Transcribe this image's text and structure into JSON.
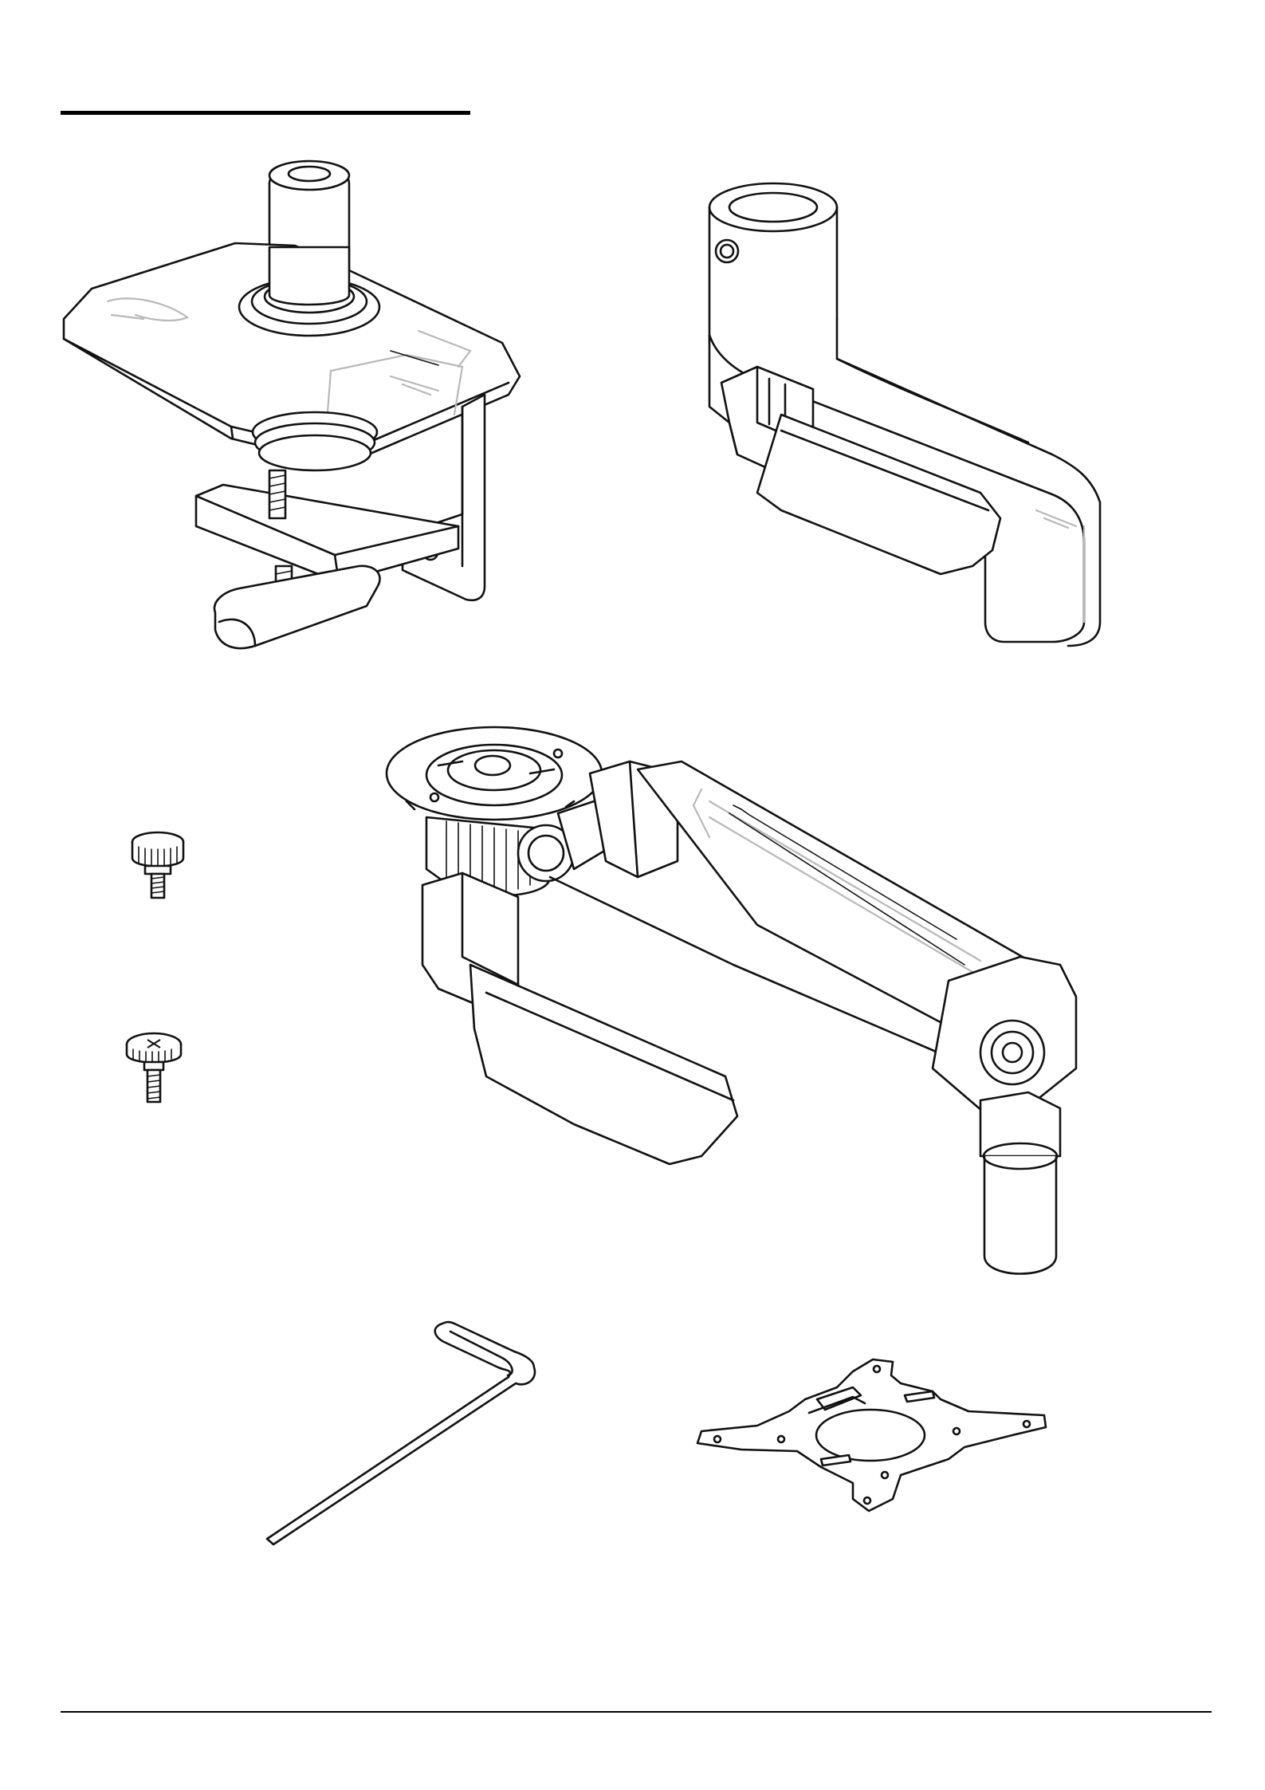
{
  "page": {
    "background": "#ffffff",
    "line_color": "#111111",
    "accent_gray": "#b8b8b8"
  },
  "figures": [
    {
      "id": "desk-clamp",
      "icon": "desk-clamp-icon"
    },
    {
      "id": "upper-arm",
      "icon": "upper-arm-icon"
    },
    {
      "id": "gas-spring-arm",
      "icon": "gas-spring-arm-icon"
    },
    {
      "id": "thumb-screw-knurled",
      "icon": "thumb-screw-icon"
    },
    {
      "id": "thumb-screw-phillips",
      "icon": "phillips-screw-icon"
    },
    {
      "id": "hex-key",
      "icon": "hex-key-icon"
    },
    {
      "id": "vesa-adapter-plate",
      "icon": "vesa-plate-icon"
    }
  ]
}
